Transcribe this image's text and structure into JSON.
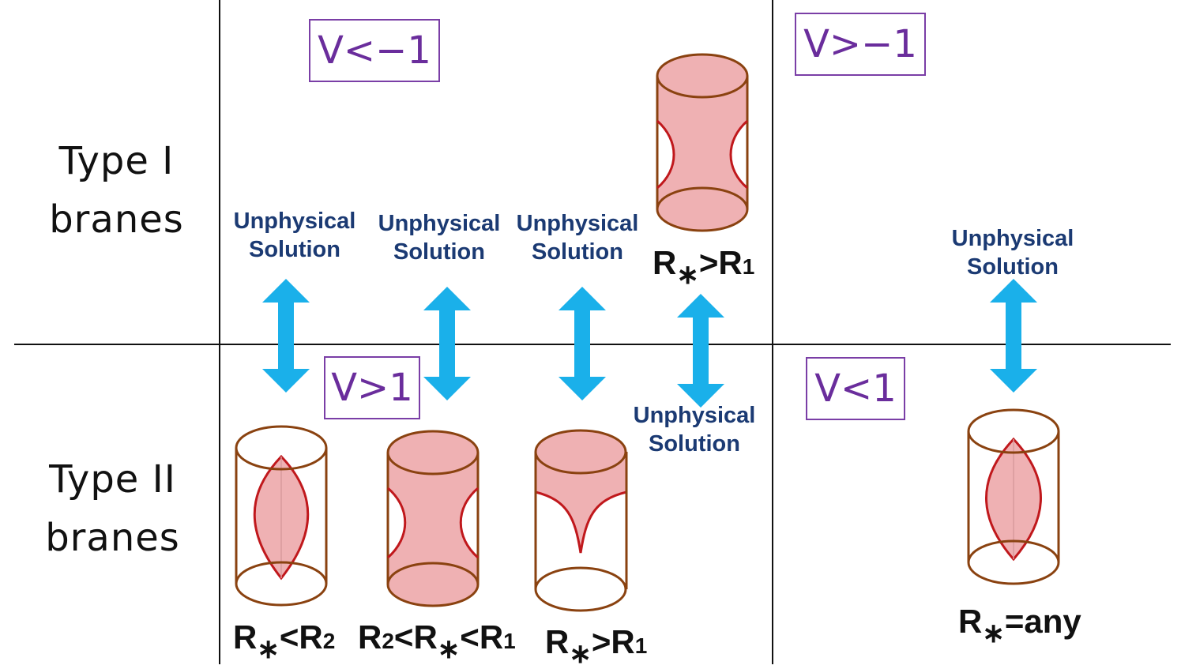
{
  "rows": {
    "type1": [
      "Type I",
      "branes"
    ],
    "type2": [
      "Type II",
      "branes"
    ]
  },
  "regions": {
    "v_lt_minus1": "V<−1",
    "v_gt_minus1": "V>−1",
    "v_gt_1": "V>1",
    "v_lt_1": "V<1"
  },
  "unphysical": [
    "Unphysical",
    "Solution"
  ],
  "conditions": {
    "c1": {
      "r": "R",
      "star": "∗",
      "rel": "<",
      "rhs": "R",
      "sub": "2"
    },
    "c2": {
      "lhs": "R",
      "lsub": "2",
      "rel1": "<",
      "r": "R",
      "star": "∗",
      "rel2": "<",
      "rhs": "R",
      "sub": "1"
    },
    "c3": {
      "r": "R",
      "star": "∗",
      "rel": ">",
      "rhs": "R",
      "sub": "1"
    },
    "c4": {
      "r": "R",
      "star": "∗",
      "rel": ">",
      "rhs": "R",
      "sub": "1"
    },
    "c5": {
      "r": "R",
      "star": "∗",
      "rel": "=",
      "rhs": "any"
    }
  },
  "colors": {
    "region_border": "#7a3ea6",
    "arrow": "#1ab0ea",
    "cylinder_edge": "#8a4210",
    "surface_fill": "#efb1b3",
    "surface_edge": "#c0181c",
    "unphysical_text": "#1b3a73"
  }
}
